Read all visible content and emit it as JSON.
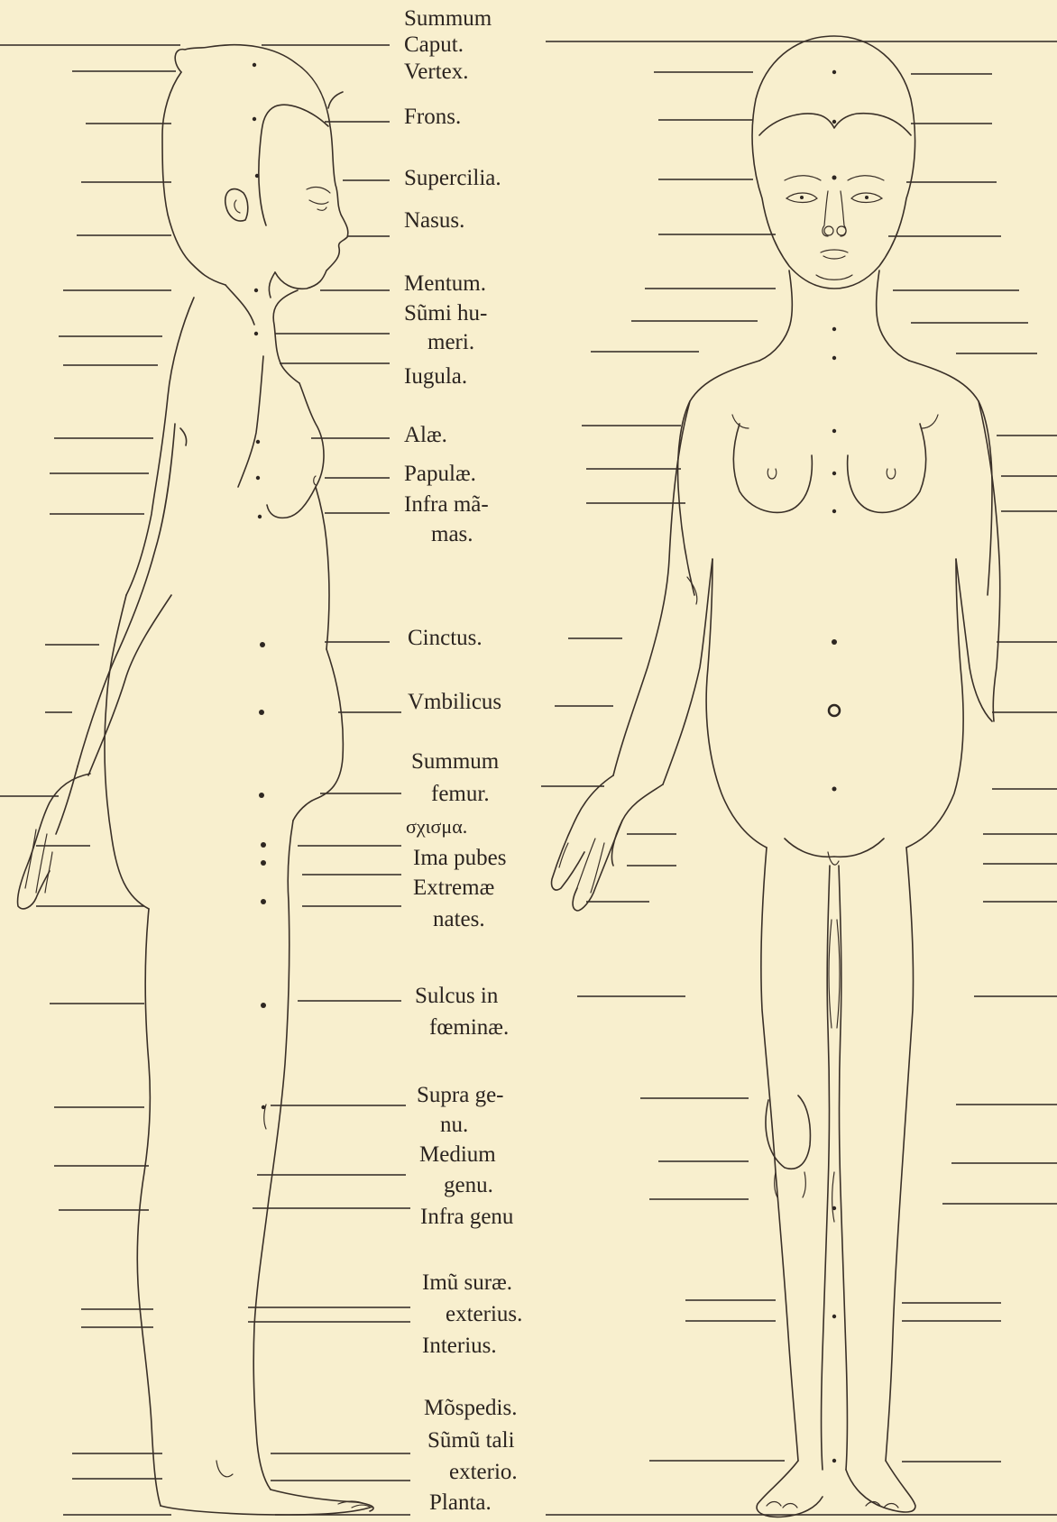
{
  "labels": [
    "Summum",
    "Caput.",
    "Vertex.",
    "Frons.",
    "Supercilia.",
    "Nasus.",
    "Mentum.",
    "Sũmi hu-",
    "meri.",
    "Iugula.",
    "Alæ.",
    "Papulæ.",
    "Infra mã-",
    "mas.",
    "Cinctus.",
    "Vmbilicus",
    "Summum",
    "femur.",
    "σχισμα.",
    "Ima pubes",
    "Extremæ",
    "nates.",
    "Sulcus in",
    "fœminæ.",
    "Supra ge-",
    "nu.",
    "Medium",
    "genu.",
    "Infra genu",
    "Imũ suræ.",
    "exterius.",
    "Interius.",
    "Mõspedis.",
    "Sũmũ tali",
    "exterio.",
    "Planta."
  ],
  "figures": {
    "left": "side-view-figure",
    "right": "front-view-figure"
  }
}
